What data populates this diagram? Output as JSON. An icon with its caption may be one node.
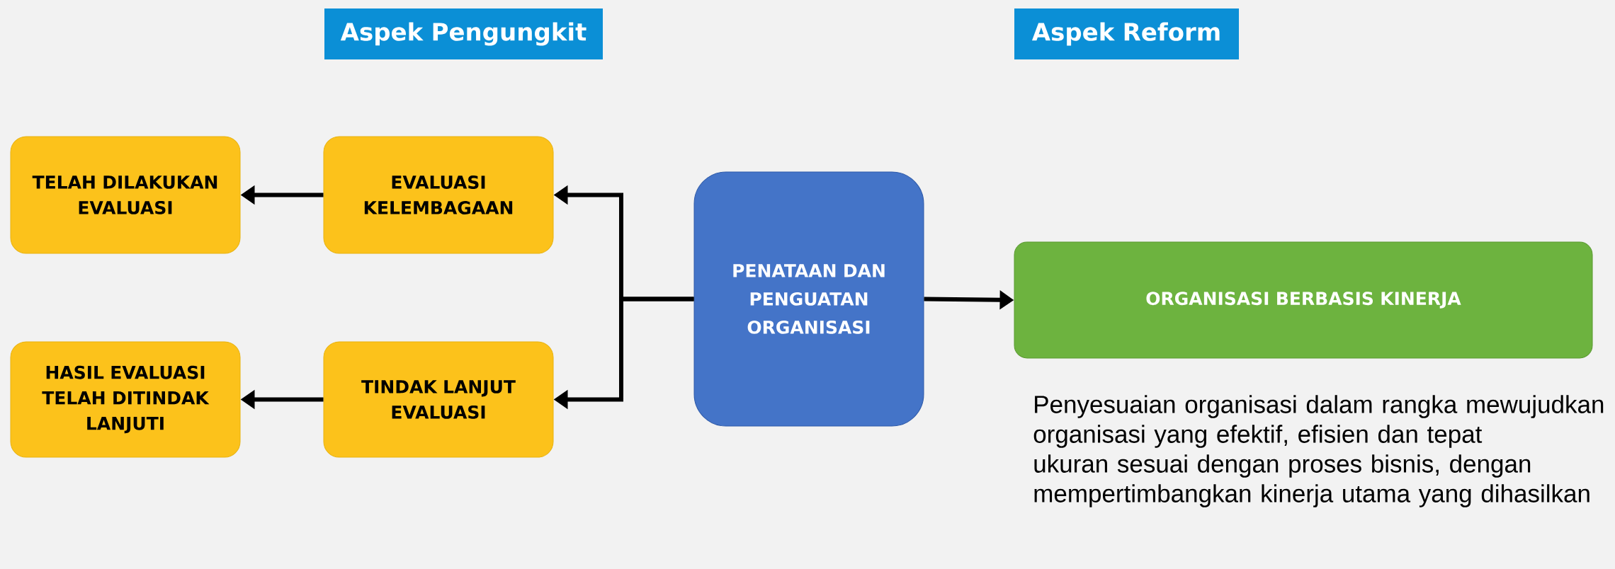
{
  "diagram": {
    "nodes": [
      {
        "text": [
          "Aspek Pengungkit"
        ]
      },
      {
        "text": [
          "Aspek Reform"
        ]
      },
      {
        "text": [
          "TELAH DILAKUKAN EVALUASI"
        ]
      },
      {
        "text": [
          "EVALUASI KELEMBAGAAN"
        ]
      },
      {
        "text": [
          "PENATAAN DAN PENGUATAN ORGANISASI"
        ]
      },
      {
        "text": [
          "ORGANISASI BERBASIS KINERJA"
        ],
        "beside": [
          "Penyesuaian organisasi dalam rangka mewujudkan organisasi yang efektif, efisien dan tepat ukuran sesuai dengan proses bisnis, dengan mempertimbangkan kinerja utama yang dihasilkan"
        ]
      },
      {
        "text": [
          "HASIL EVALUASI TELAH DITINDAK LANJUTI"
        ]
      },
      {
        "text": [
          "TINDAK LANJUT EVALUASI"
        ]
      }
    ],
    "edges": [
      {
        "from": 4,
        "to": 3,
        "arrow": "to"
      },
      {
        "from": 4,
        "to": 7,
        "arrow": "to"
      },
      {
        "from": 3,
        "to": 2,
        "arrow": "to"
      },
      {
        "from": 7,
        "to": 6,
        "arrow": "to"
      },
      {
        "from": 4,
        "to": 5,
        "arrow": "to"
      }
    ]
  }
}
